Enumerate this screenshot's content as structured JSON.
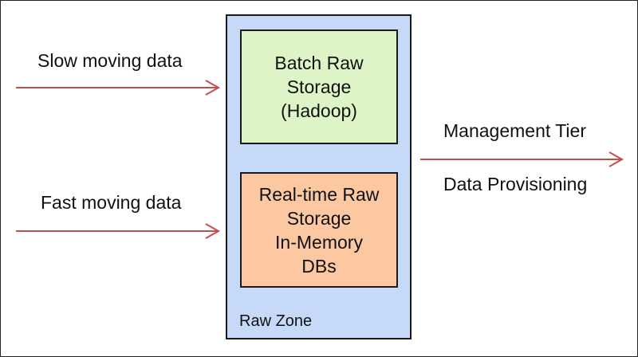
{
  "inputs": {
    "slow_label": "Slow moving data",
    "fast_label": "Fast moving data"
  },
  "raw_zone": {
    "label": "Raw Zone",
    "batch_box": {
      "lines": [
        "Batch Raw",
        "Storage",
        "(Hadoop)"
      ]
    },
    "realtime_box": {
      "lines": [
        "Real-time Raw",
        "Storage",
        "In-Memory",
        "DBs"
      ]
    }
  },
  "outputs": {
    "management_label": "Management Tier",
    "provisioning_label": "Data Provisioning"
  },
  "colors": {
    "arrow": "#c0504d",
    "raw_zone_fill": "#c6d9f8",
    "batch_fill": "#ddf5c6",
    "realtime_fill": "#fbc8a2",
    "border": "#1a1a1a"
  }
}
